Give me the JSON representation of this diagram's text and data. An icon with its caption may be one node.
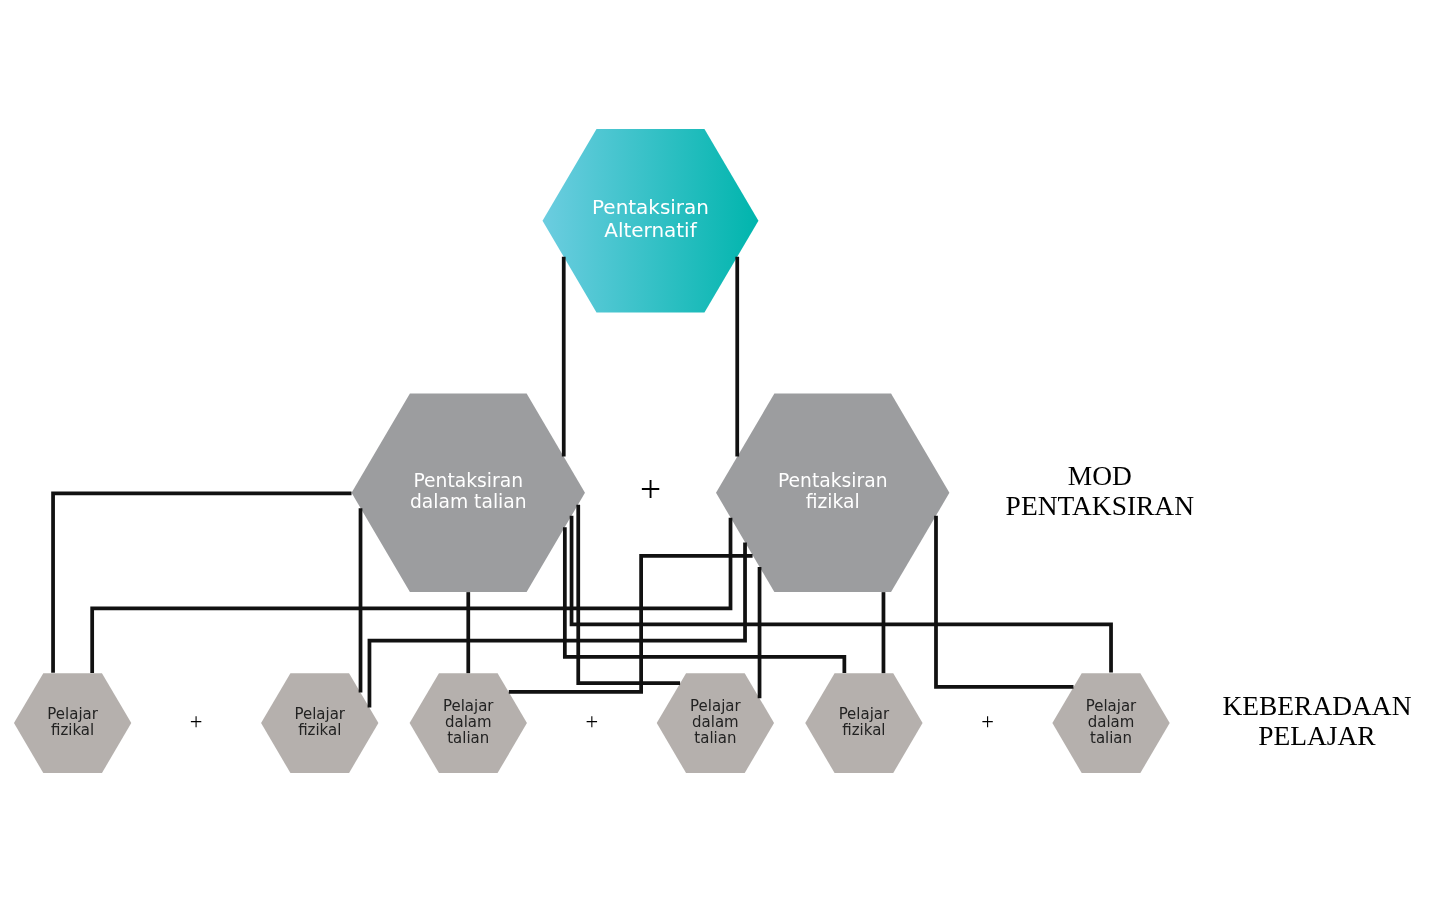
{
  "diagram": {
    "nodes": [
      {
        "text": [
          "Pentaksiran Alternatif"
        ]
      },
      {
        "text": [
          "Pentaksiran dalam talian"
        ]
      },
      {
        "text": [
          "Pentaksiran fizikal"
        ]
      },
      {
        "text": [
          "Pelajar fizikal"
        ]
      },
      {
        "text": [
          "Pelajar fizikal"
        ]
      },
      {
        "text": [
          "Pelajar dalam talian"
        ]
      },
      {
        "text": [
          "Pelajar dalam talian"
        ]
      },
      {
        "text": [
          "Pelajar fizikal"
        ]
      },
      {
        "text": [
          "Pelajar dalam talian"
        ]
      }
    ],
    "edges": [
      {
        "from": 0,
        "to": 1,
        "arrow": "none"
      },
      {
        "from": 0,
        "to": 2,
        "arrow": "none"
      },
      {
        "from": 1,
        "to": 3,
        "arrow": "none"
      },
      {
        "from": 1,
        "to": 4,
        "arrow": "none"
      },
      {
        "from": 1,
        "to": 5,
        "arrow": "none"
      },
      {
        "from": 1,
        "to": 6,
        "arrow": "none"
      },
      {
        "from": 1,
        "to": 7,
        "arrow": "none"
      },
      {
        "from": 1,
        "to": 8,
        "arrow": "none"
      },
      {
        "from": 2,
        "to": 3,
        "arrow": "none"
      },
      {
        "from": 2,
        "to": 4,
        "arrow": "none"
      },
      {
        "from": 2,
        "to": 5,
        "arrow": "none"
      },
      {
        "from": 2,
        "to": 6,
        "arrow": "none"
      },
      {
        "from": 2,
        "to": 7,
        "arrow": "none"
      },
      {
        "from": 2,
        "to": 8,
        "arrow": "none"
      }
    ],
    "labels": [
      "MOD PENTAKSIRAN",
      "+",
      "KEBERADAAN PELAJAR",
      "+",
      "+",
      "+"
    ]
  }
}
